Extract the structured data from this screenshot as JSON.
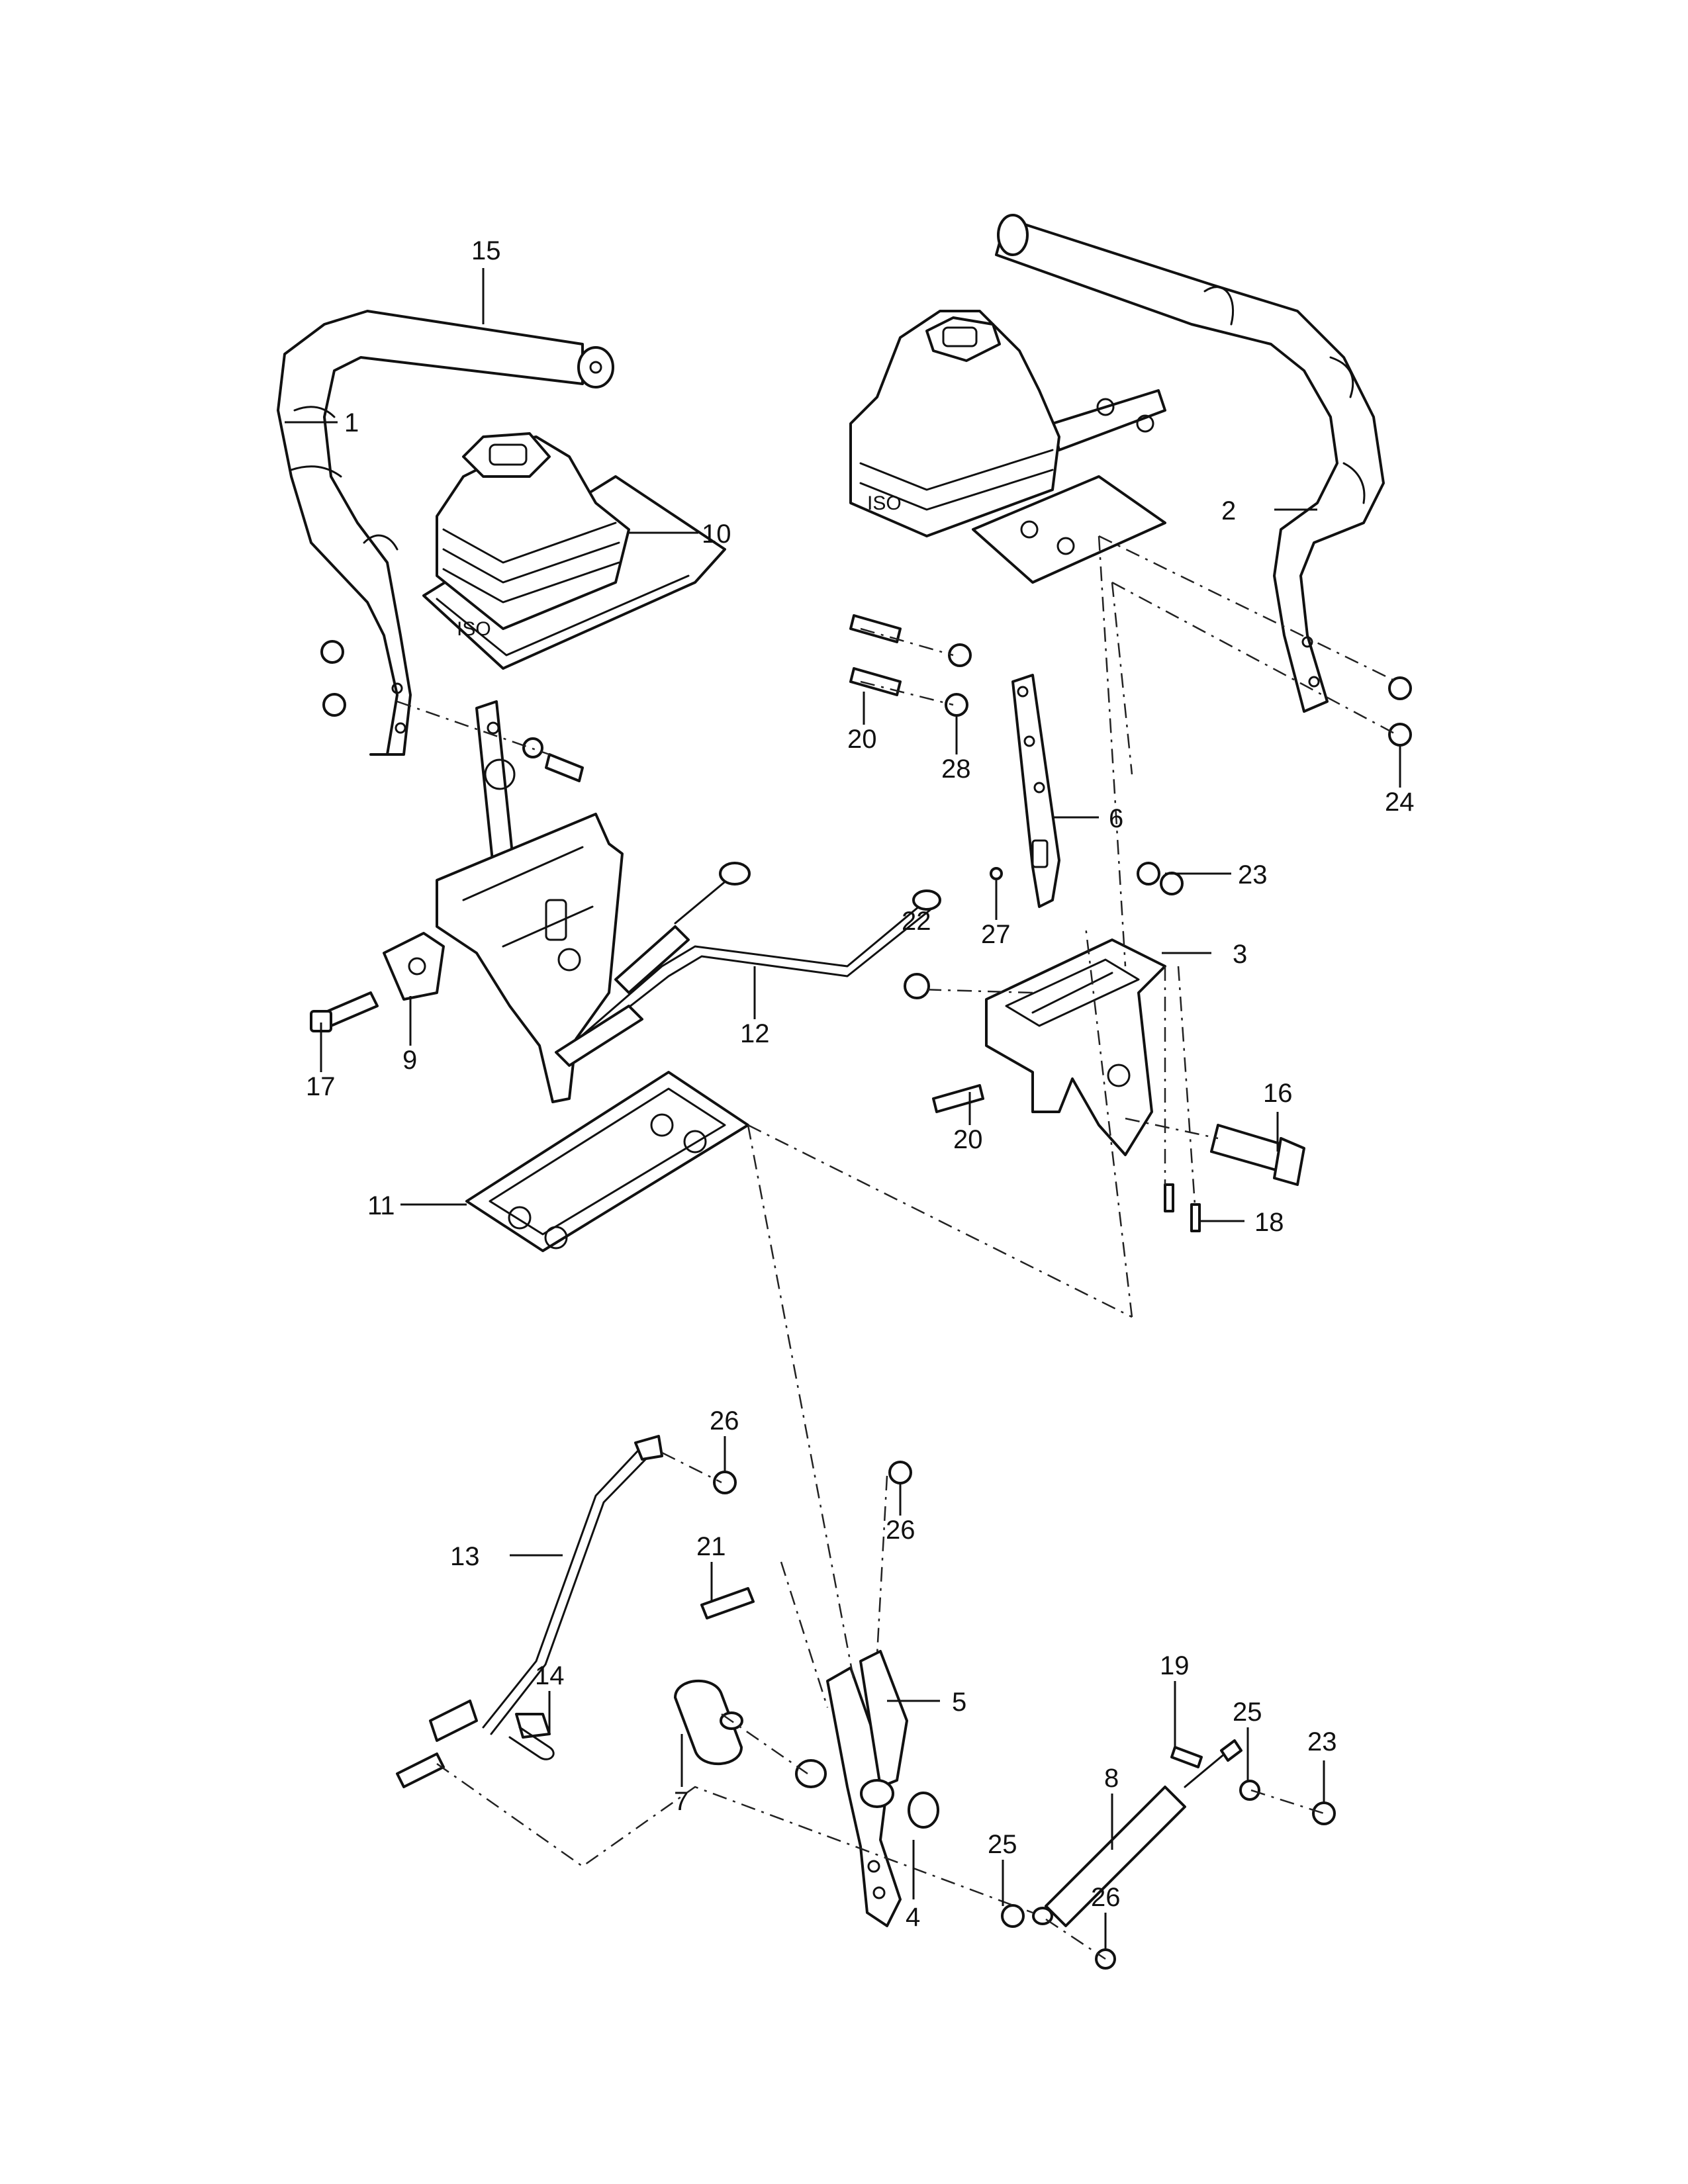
{
  "diagram": {
    "callouts": [
      "1",
      "2",
      "3",
      "4",
      "5",
      "6",
      "7",
      "8",
      "9",
      "10",
      "11",
      "12",
      "13",
      "14",
      "15",
      "16",
      "17",
      "18",
      "19",
      "20",
      "20",
      "21",
      "22",
      "23",
      "23",
      "24",
      "25",
      "25",
      "26",
      "26",
      "26",
      "27",
      "28"
    ]
  }
}
